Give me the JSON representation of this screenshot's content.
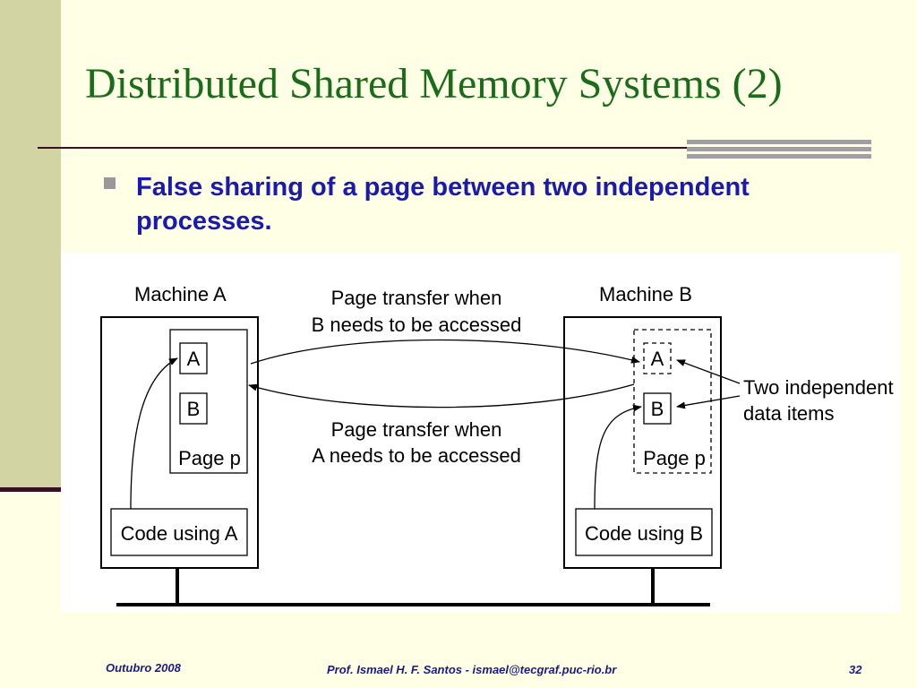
{
  "slide": {
    "title": "Distributed Shared Memory Systems (2)",
    "bullet": "False sharing of a page between two independent processes."
  },
  "diagram": {
    "machine_a": {
      "label": "Machine A",
      "item_a": "A",
      "item_b": "B",
      "page_label": "Page p",
      "code_label": "Code using A"
    },
    "machine_b": {
      "label": "Machine B",
      "item_a": "A",
      "item_b": "B",
      "page_label": "Page p",
      "code_label": "Code using B"
    },
    "transfer_top": {
      "line1": "Page transfer when",
      "line2": "B needs to be accessed"
    },
    "transfer_bottom": {
      "line1": "Page transfer when",
      "line2": "A needs to be accessed"
    },
    "independent": {
      "line1": "Two independent",
      "line2": "data items"
    }
  },
  "footer": {
    "date": "Outubro 2008",
    "author": "Prof. Ismael H. F. Santos -  ismael@tecgraf.puc-rio.br",
    "page_number": "32"
  },
  "colors": {
    "background": "#FFFFE5",
    "title": "#1A6B1A",
    "bullet_text": "#1A1AB0",
    "footer_text": "#1A1A8A",
    "left_band": "#D3D4A3"
  }
}
